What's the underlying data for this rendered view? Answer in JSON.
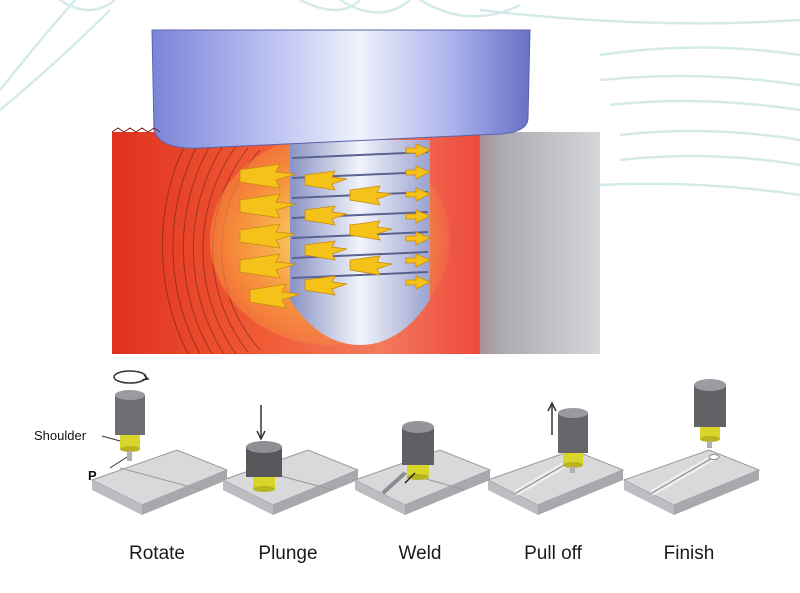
{
  "diagram": {
    "labels": {
      "shoulder": "Shoulder",
      "pin": "P"
    },
    "steps": [
      {
        "label": "Rotate"
      },
      {
        "label": "Plunge"
      },
      {
        "label": "Weld"
      },
      {
        "label": "Pull off"
      },
      {
        "label": "Finish"
      }
    ],
    "colors": {
      "shoulder_tool": "#b8c2f0",
      "pin_yellow": "#d8d62a",
      "hot_zone": "#e8382a",
      "material_flow": "#f5c21a",
      "workpiece_grey": "#c8c8cc",
      "wave_teal": "#cfe6e6"
    }
  }
}
